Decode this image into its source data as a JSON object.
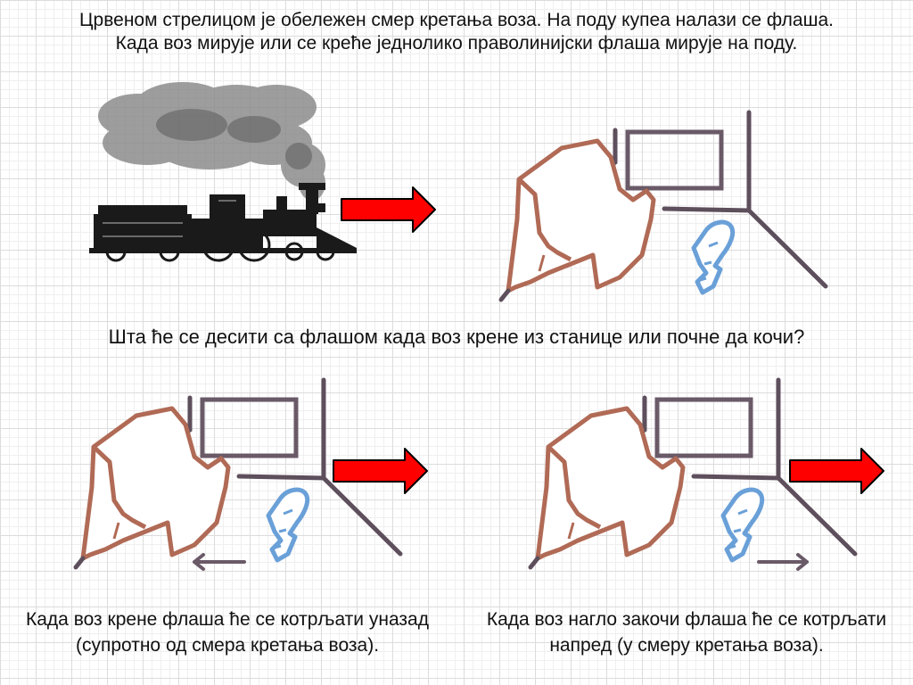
{
  "intro": {
    "line1": "Црвеном стрелицом је обележен смер кретања воза. На поду купеа налази се флаша.",
    "line2": "Када воз мирује или се креће једнолико праволинијски флаша мирује на поду."
  },
  "question": "Шта ће се десити са флашом када воз крене из станице или почне да кочи?",
  "captions": {
    "left": "Када воз крене флаша ће се котрљати уназад (супротно од смера кретања воза).",
    "right": "Када воз нагло закочи флаша ће се котрљати напред (у смеру кретања воза)."
  },
  "colors": {
    "arrow_fill": "#ff0000",
    "seat_outline": "#b06a55",
    "wall_line": "#6a5a68",
    "bottle_outline": "#6aa0d8"
  }
}
